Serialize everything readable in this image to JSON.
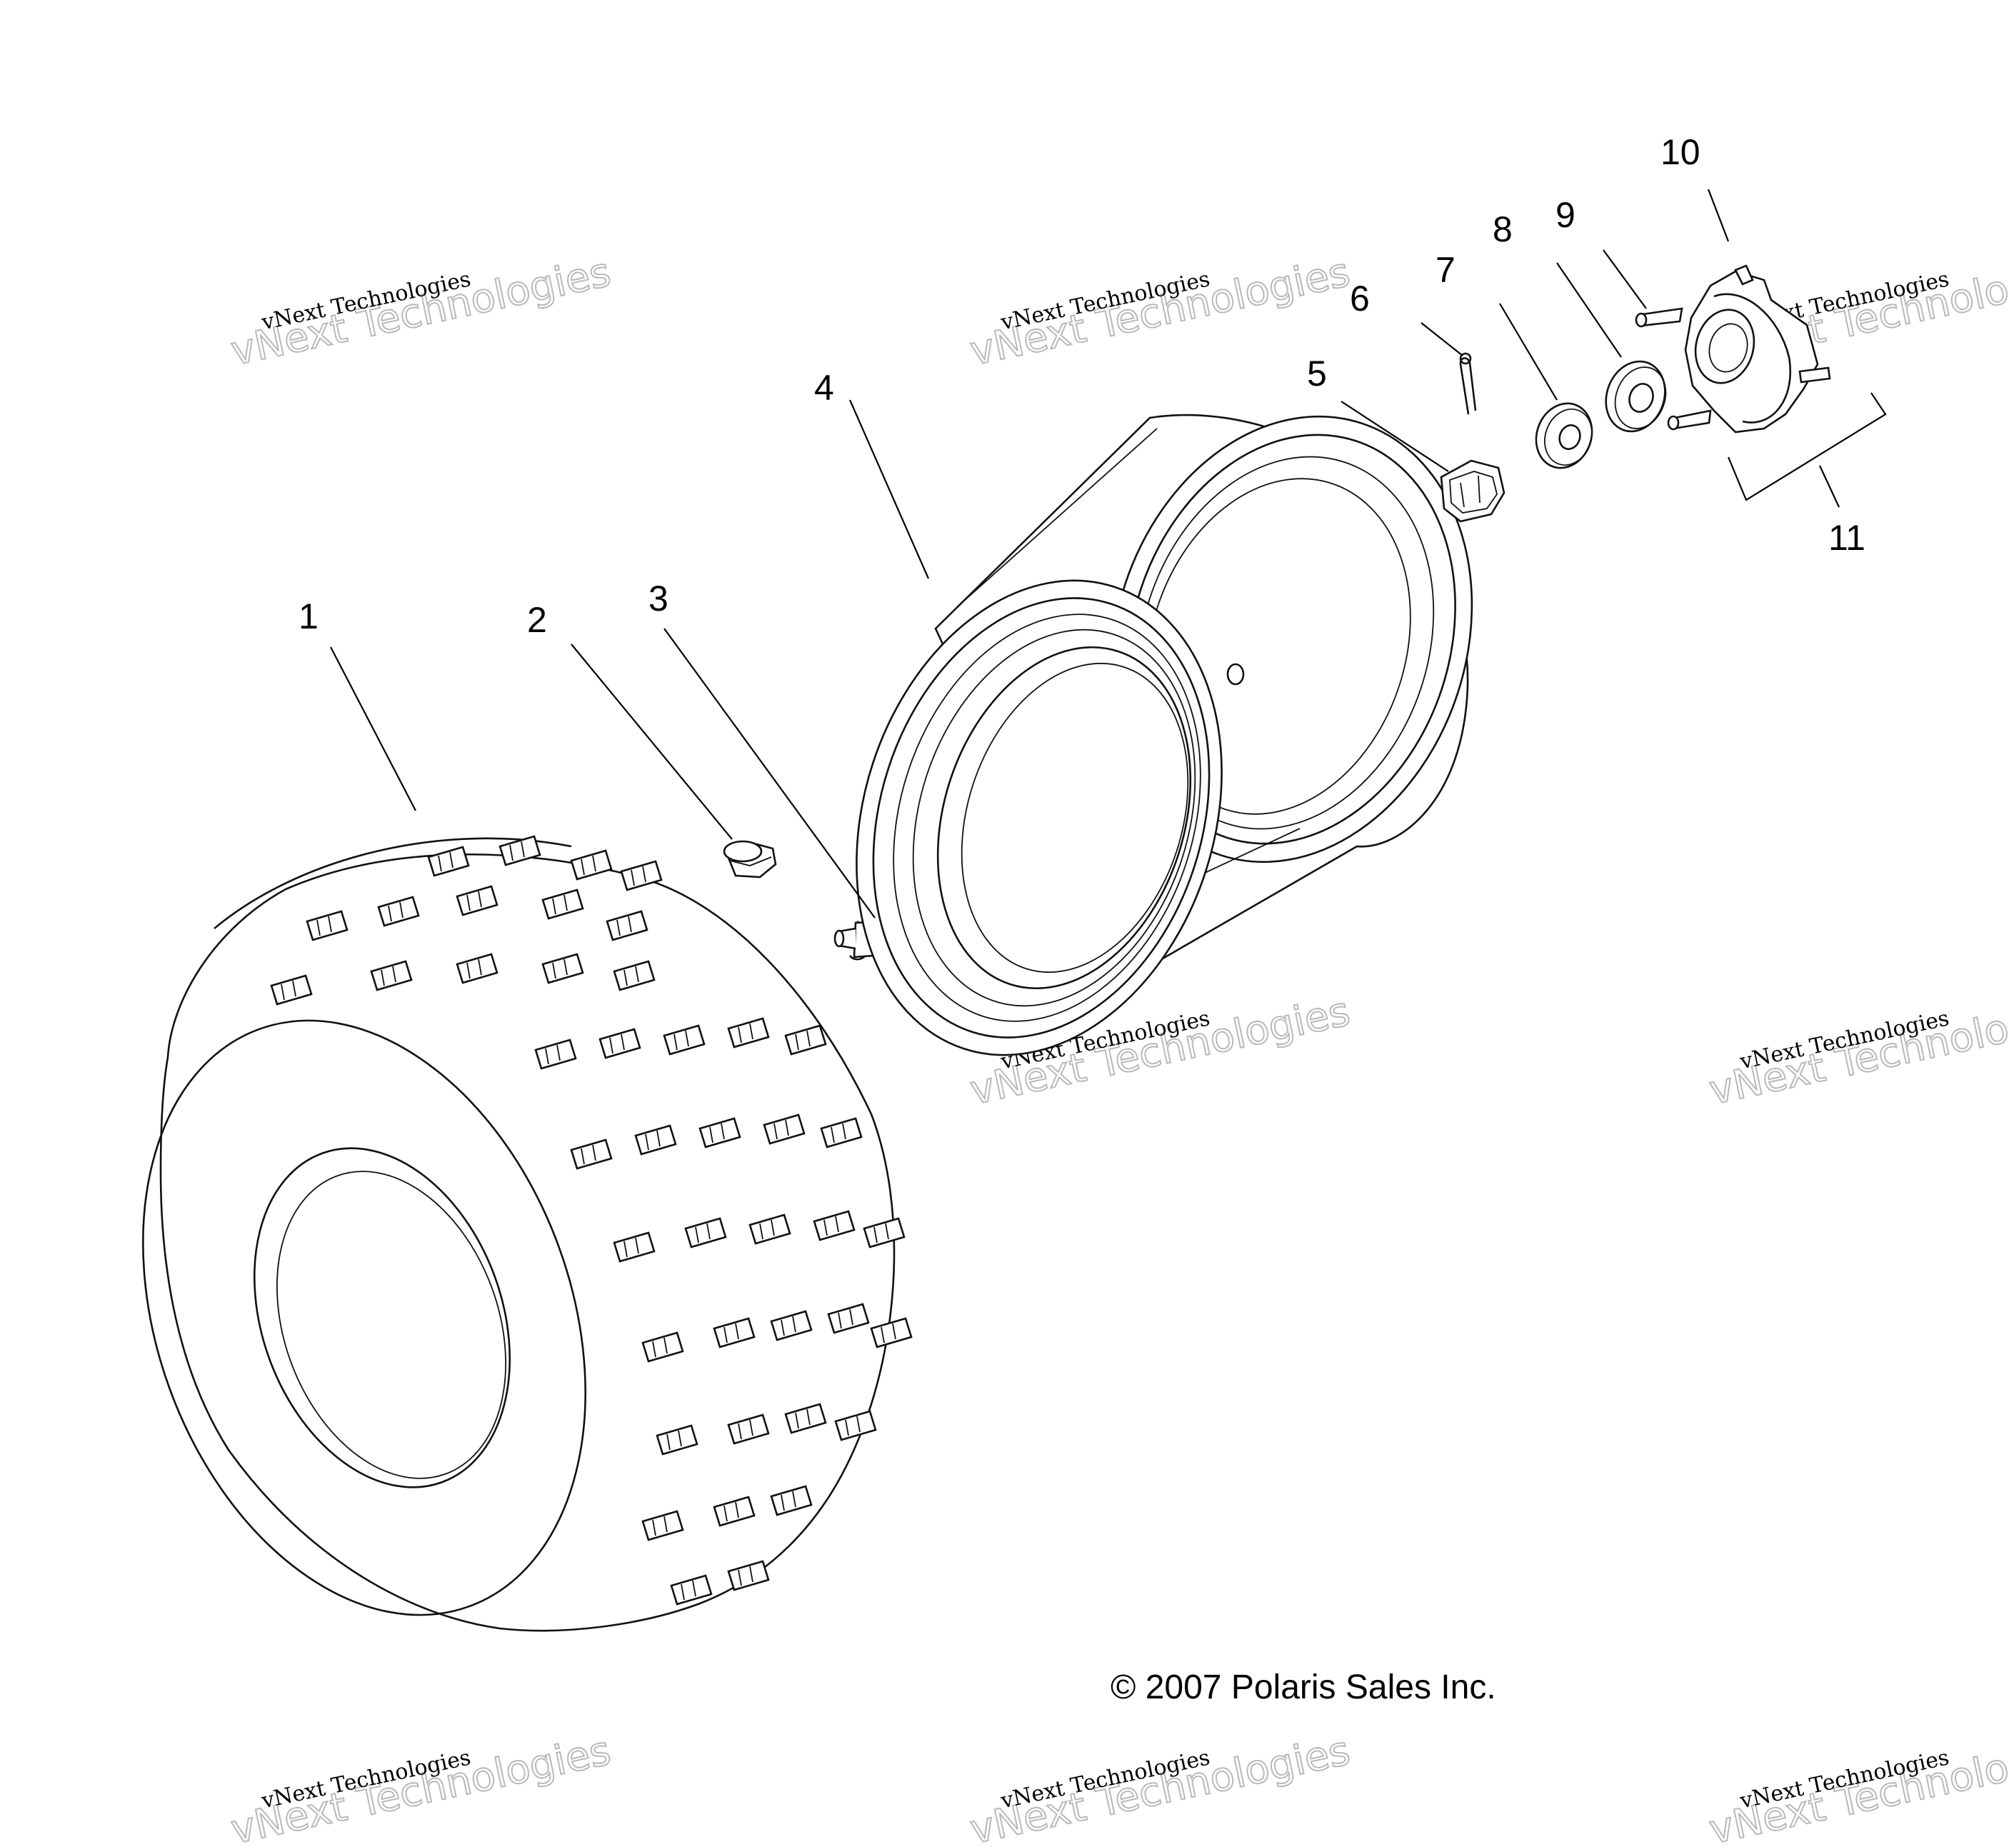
{
  "diagram": {
    "callouts": [
      "1",
      "2",
      "3",
      "4",
      "5",
      "6",
      "7",
      "8",
      "9",
      "10",
      "11"
    ],
    "copyright": "© 2007 Polaris Sales Inc.",
    "watermark": {
      "line1": "vNext Technologies",
      "line2": "vNext Technologies"
    }
  }
}
